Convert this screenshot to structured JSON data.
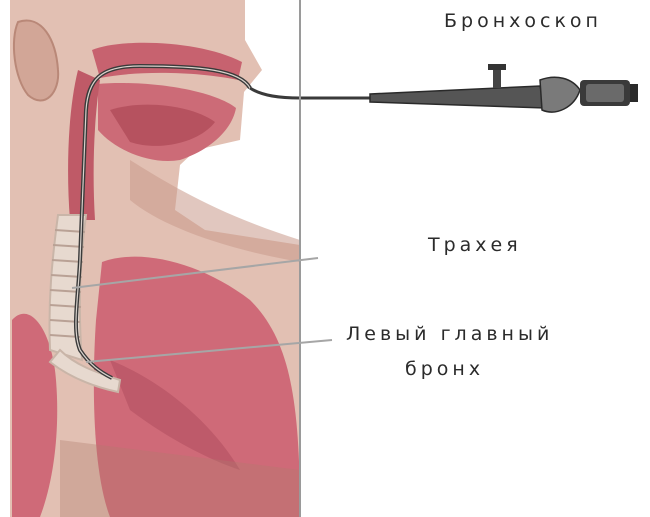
{
  "labels": {
    "bronchoscope": "Бронхоскоп",
    "trachea": "Трахея",
    "left_main_bronchus_line1": "Левый главный",
    "left_main_bronchus_line2": "бронх"
  },
  "colors": {
    "skin": "#e2c0b3",
    "skin_shadow": "#c9998a",
    "tissue": "#c7626f",
    "tissue_dark": "#a84758",
    "lung": "#cf6a78",
    "lung_dark": "#9f4252",
    "cartilage": "#e7d9cf",
    "scope": "#3a3a3a",
    "leader_line": "#9a9a9a",
    "label_text": "#2b2b2b"
  }
}
